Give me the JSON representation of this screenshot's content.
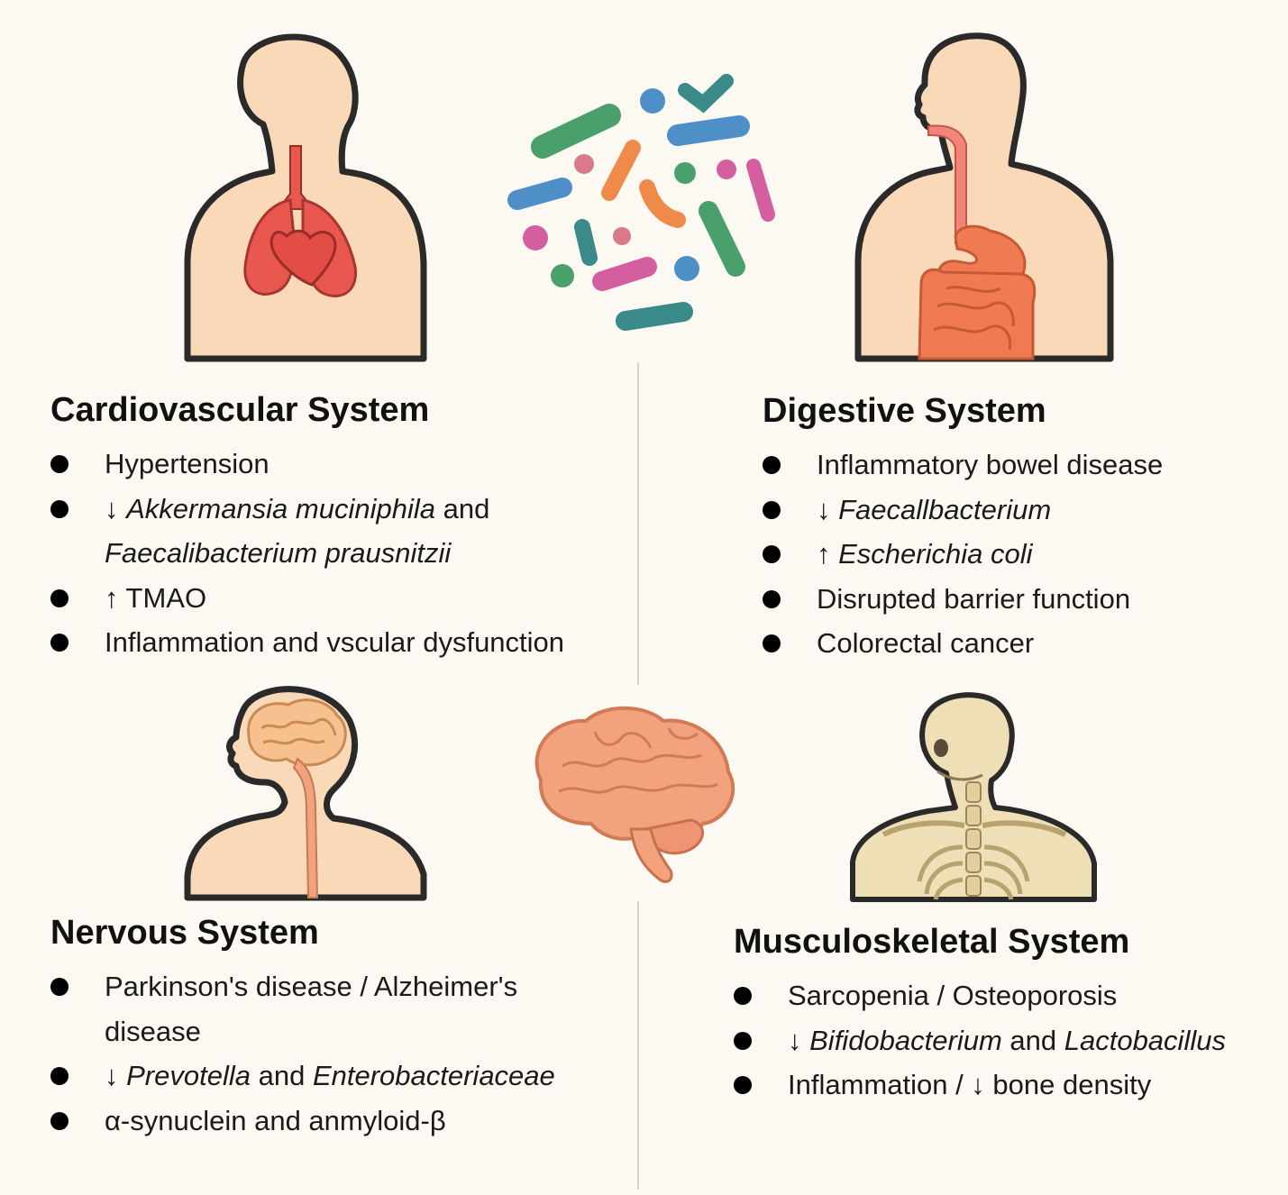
{
  "colors": {
    "background": "#fcf8f2",
    "skin": "#f9d9b8",
    "outline": "#2a2a2a",
    "lungs": "#e8584f",
    "gut": "#f07a52",
    "brain": "#f2a27d",
    "bone": "#eedfb6",
    "bacteria": [
      "#4aa06b",
      "#4e8fc8",
      "#ef8a4a",
      "#d35fa0",
      "#3a8a8a",
      "#d87a8a"
    ]
  },
  "panels": {
    "cardiovascular": {
      "title": "Cardiovascular System",
      "items": [
        {
          "parts": [
            {
              "t": "Hypertension",
              "i": false
            }
          ]
        },
        {
          "parts": [
            {
              "t": "↓ ",
              "i": false
            },
            {
              "t": "Akkermansia muciniphila",
              "i": true
            },
            {
              "t": " and",
              "i": false
            }
          ]
        },
        {
          "cont": true,
          "parts": [
            {
              "t": "Faecalibacterium prausnitzii",
              "i": true
            }
          ]
        },
        {
          "parts": [
            {
              "t": "↑ TMAO",
              "i": false
            }
          ]
        },
        {
          "parts": [
            {
              "t": "Inflammation and vscular dysfunction",
              "i": false
            }
          ]
        }
      ]
    },
    "digestive": {
      "title": "Digestive System",
      "items": [
        {
          "parts": [
            {
              "t": "Inflammatory bowel disease",
              "i": false
            }
          ]
        },
        {
          "parts": [
            {
              "t": "↓  ",
              "i": false
            },
            {
              "t": "Faecallbacterium",
              "i": true
            }
          ]
        },
        {
          "parts": [
            {
              "t": "↑  ",
              "i": false
            },
            {
              "t": "Escherichia coli",
              "i": true
            }
          ]
        },
        {
          "parts": [
            {
              "t": "Disrupted barrier function",
              "i": false
            }
          ]
        },
        {
          "parts": [
            {
              "t": "Colorectal cancer",
              "i": false
            }
          ]
        }
      ]
    },
    "nervous": {
      "title": "Nervous System",
      "items": [
        {
          "parts": [
            {
              "t": "Parkinson's disease / Alzheimer's",
              "i": false
            }
          ]
        },
        {
          "cont": true,
          "parts": [
            {
              "t": "disease",
              "i": false
            }
          ]
        },
        {
          "parts": [
            {
              "t": "↓  ",
              "i": false
            },
            {
              "t": "Prevotella",
              "i": true
            },
            {
              "t": " and ",
              "i": false
            },
            {
              "t": "Enterobacteriaceae",
              "i": true
            }
          ]
        },
        {
          "parts": [
            {
              "t": "α-synuclein and anmyloid-β",
              "i": false
            }
          ]
        }
      ]
    },
    "musculoskeletal": {
      "title": "Musculoskeletal System",
      "items": [
        {
          "parts": [
            {
              "t": "Sarcopenia / Osteoporosis",
              "i": false
            }
          ]
        },
        {
          "parts": [
            {
              "t": "↓ ",
              "i": false
            },
            {
              "t": "Bifidobacterium",
              "i": true
            },
            {
              "t": " and ",
              "i": false
            },
            {
              "t": "Lactobacillus",
              "i": true
            }
          ]
        },
        {
          "parts": [
            {
              "t": "Inflammation / ↓  bone density",
              "i": false
            }
          ]
        }
      ]
    }
  }
}
